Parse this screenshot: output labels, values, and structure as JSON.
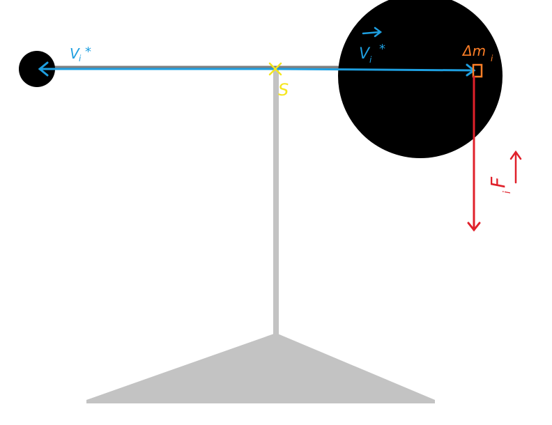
{
  "colors": {
    "background": "#ffffff",
    "mass": "#000000",
    "stand": "#c3c3c3",
    "beam": "#7f7f7f",
    "vector_blue": "#1e9fe0",
    "pivot_yellow": "#f5e61e",
    "element_orange": "#ff7f27",
    "force_red": "#e0202a"
  },
  "labels": {
    "velocity_small": "V",
    "velocity_small_sub": "i",
    "velocity_small_star": "*",
    "velocity_large": "V",
    "velocity_large_sub": "i",
    "velocity_large_star": "*",
    "mass_element": "Δm",
    "mass_element_sub": "i",
    "pivot": "S",
    "force": "F",
    "force_sub": "i"
  },
  "icons": {
    "vector_arrow": "vector-arrow-icon",
    "mass_element_marker": "rectangle-marker-icon",
    "pivot_marker": "x-mark-icon"
  }
}
